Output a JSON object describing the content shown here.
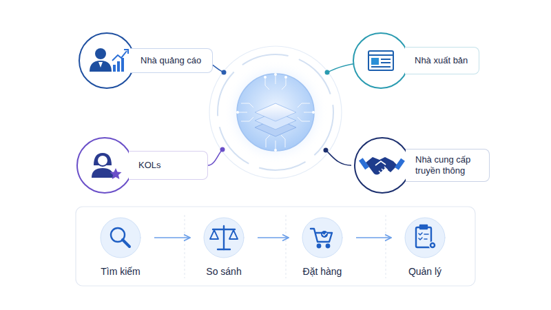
{
  "diagram": {
    "nodes": [
      {
        "text": [
          "Nhà quảng cáo"
        ]
      },
      {
        "text": [
          "Nhà xuất bản"
        ]
      },
      {
        "text": [
          "KOLs"
        ]
      },
      {
        "text": [
          "Nhà cung cấp truyền thông"
        ]
      },
      {
        "text": [
          "Tìm kiếm"
        ]
      },
      {
        "text": [
          "So sánh"
        ]
      },
      {
        "text": [
          "Đặt hàng"
        ]
      },
      {
        "text": [
          "Quản lý"
        ]
      }
    ],
    "edges": [
      {
        "from": 4,
        "to": 5,
        "arrow": "to"
      },
      {
        "from": 5,
        "to": 6,
        "arrow": "to"
      },
      {
        "from": 6,
        "to": 7,
        "arrow": "to"
      }
    ]
  }
}
